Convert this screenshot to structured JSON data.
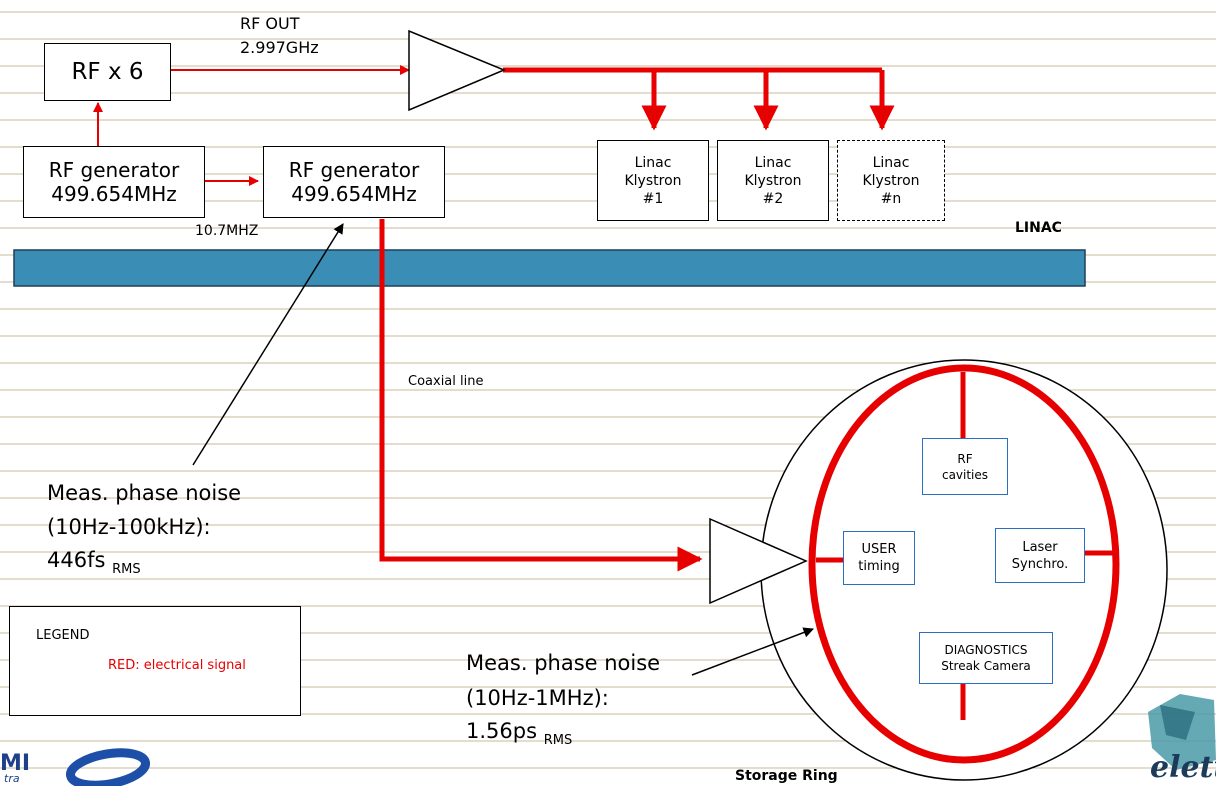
{
  "rf_x6": {
    "label": "RF x 6"
  },
  "rf_out": {
    "title": "RF OUT",
    "frequency": "2.997GHz"
  },
  "rf_generator_1": {
    "name": "RF generator",
    "frequency": "499.654MHz"
  },
  "rf_generator_2": {
    "name": "RF generator",
    "frequency": "499.654MHz"
  },
  "link_frequency": "10.7MHZ",
  "klystrons": [
    {
      "line1": "Linac",
      "line2": "Klystron",
      "line3": "#1"
    },
    {
      "line1": "Linac",
      "line2": "Klystron",
      "line3": "#2"
    },
    {
      "line1": "Linac",
      "line2": "Klystron",
      "line3": "#n"
    }
  ],
  "linac_label": "LINAC",
  "coaxial_label": "Coaxial line",
  "phase_noise_1": {
    "line1": "Meas. phase noise",
    "line2": "(10Hz-100kHz):",
    "value": "446fs",
    "unit": "RMS"
  },
  "phase_noise_2": {
    "line1": "Meas. phase noise",
    "line2": "(10Hz-1MHz):",
    "value": "1.56ps",
    "unit": "RMS"
  },
  "ring_boxes": {
    "rf_cavities": {
      "line1": "RF",
      "line2": "cavities"
    },
    "user_timing": {
      "line1": "USER",
      "line2": "timing"
    },
    "laser_synchro": {
      "line1": "Laser",
      "line2": "Synchro."
    },
    "diagnostics": {
      "line1": "DIAGNOSTICS",
      "line2": "Streak Camera"
    }
  },
  "storage_ring_label": "Storage Ring",
  "legend": {
    "title": "LEGEND",
    "entry": "RED: electrical signal"
  },
  "logos": {
    "left_text": "MI",
    "left_sub": "tra",
    "right_text": "elett"
  },
  "colors": {
    "signal": "#e60000",
    "linac_bar": "#3a8eb5",
    "module_border": "#2b6fc0",
    "ruling": "#c8b898"
  }
}
